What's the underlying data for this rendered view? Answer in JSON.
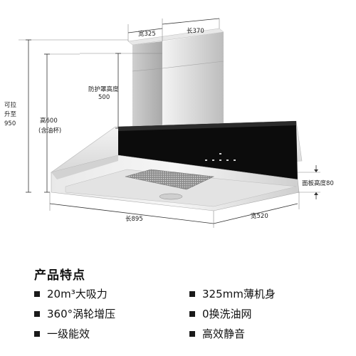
{
  "dimensions": {
    "width_top": "宽325",
    "length_top": "长370",
    "shield_height_label": "防护罩高度",
    "shield_height_value": "500",
    "lift_line1": "可拉",
    "lift_line2": "升至",
    "lift_value": "950",
    "height_label": "高600",
    "height_note": "(含油杯)",
    "panel_height": "面板高度80",
    "length_bottom": "长895",
    "width_bottom": "宽520"
  },
  "features": {
    "title": "产品特点",
    "items": [
      "20m³大吸力",
      "325mm薄机身",
      "360°涡轮增压",
      "0换洗油网",
      "一级能效",
      "高效静音"
    ]
  },
  "colors": {
    "bullet": "#1a1a1a",
    "glass_panel": "#0c0c0c",
    "steel_light": "#ececec",
    "steel_dark": "#b9b9b9"
  }
}
